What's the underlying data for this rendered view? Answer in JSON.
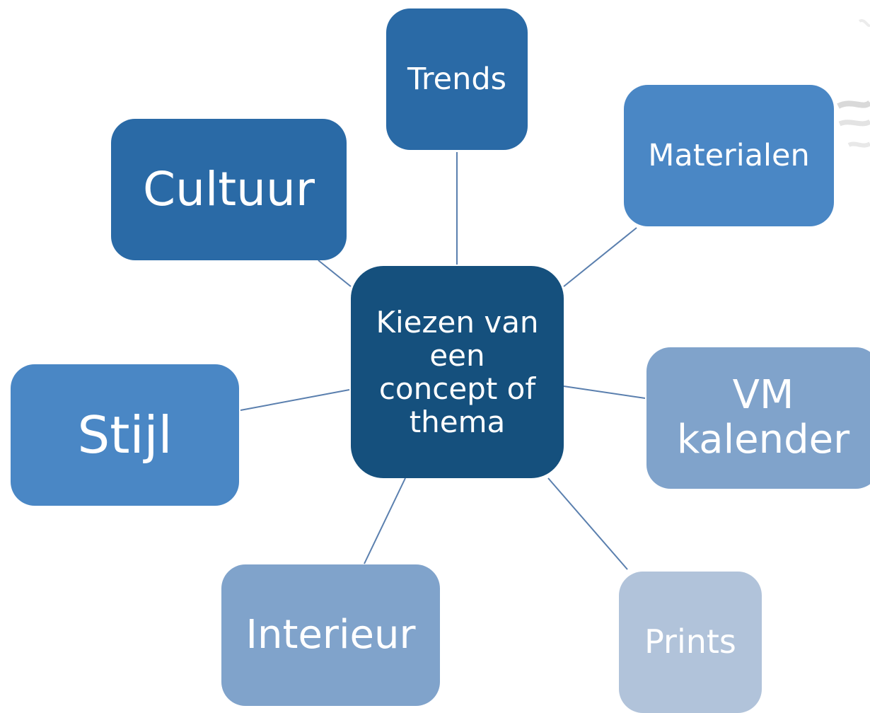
{
  "diagram": {
    "center": {
      "label": "Kiezen van\neen\nconcept of\nthema",
      "color": "#15507d"
    },
    "nodes": {
      "trends": {
        "label": "Trends",
        "color": "#2a6aa6"
      },
      "materialen": {
        "label": "Materialen",
        "color": "#4a87c5"
      },
      "cultuur": {
        "label": "Cultuur",
        "color": "#2a6aa6"
      },
      "stijl": {
        "label": "Stijl",
        "color": "#4a87c5"
      },
      "vm_kalender": {
        "label": "VM\nkalender",
        "color": "#80a3cb"
      },
      "interieur": {
        "label": "Interieur",
        "color": "#80a3cb"
      },
      "prints": {
        "label": "Prints",
        "color": "#b1c3da"
      }
    },
    "connector_color": "#5a7fae"
  }
}
